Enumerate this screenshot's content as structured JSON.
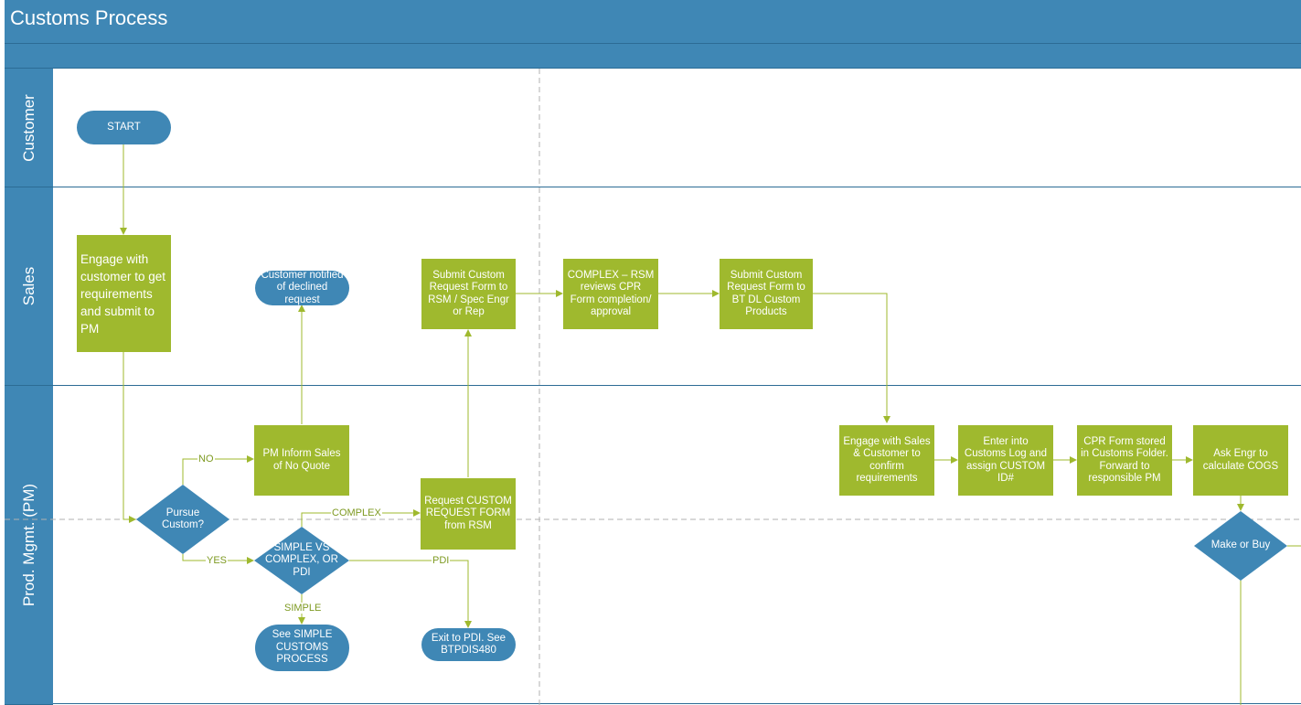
{
  "title": "Customs Process",
  "lanes": [
    {
      "label": "Customer"
    },
    {
      "label": "Sales"
    },
    {
      "label": "Prod. Mgmt. (PM)"
    }
  ],
  "nodes": {
    "start": "START",
    "engage": "Engage with customer to get requirements and submit to PM",
    "customer_notified": "Customer notified of declined request",
    "submit_rsm": "Submit Custom Request Form to RSM / Spec Engr or Rep",
    "complex_rsm": "COMPLEX – RSM reviews CPR Form completion/ approval",
    "submit_btdl": "Submit Custom Request Form to BT DL Custom Products",
    "pursue": "Pursue Custom?",
    "pm_inform": "PM Inform Sales of No Quote",
    "request_form": "Request CUSTOM REQUEST FORM from RSM",
    "simple_vs": "SIMPLE VS COMPLEX, OR PDI",
    "see_simple": "See SIMPLE CUSTOMS PROCESS",
    "exit_pdi": "Exit to PDI. See BTPDIS480",
    "engage_sales": "Engage with Sales & Customer to confirm requirements",
    "enter_log": "Enter into Customs Log and assign CUSTOM ID#",
    "cpr_stored": "CPR Form stored in Customs Folder. Forward to responsible PM",
    "ask_engr": "Ask Engr to calculate COGS",
    "make_buy": "Make or Buy"
  },
  "edge_labels": {
    "no": "NO",
    "yes": "YES",
    "complex": "COMPLEX",
    "pdi": "PDI",
    "simple": "SIMPLE"
  },
  "colors": {
    "header_blue": "#3f87b5",
    "process_green": "#9fb92e",
    "connector_green": "#9fb92e",
    "terminator_blue": "#3f87b5"
  }
}
